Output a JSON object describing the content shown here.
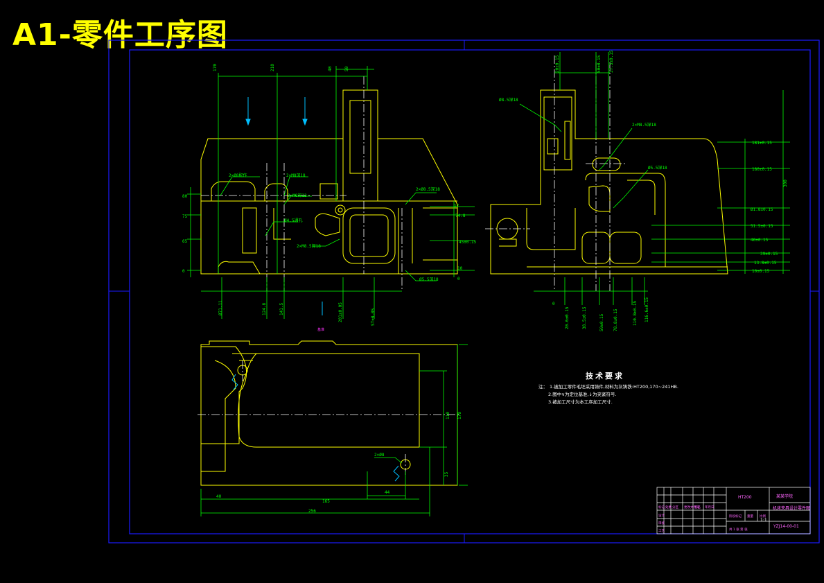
{
  "page": {
    "title": "A1-零件工序图"
  },
  "tech_requirements": {
    "title": "技术要求",
    "label": "注：",
    "notes": [
      "1.被加工零件毛坯采用铸件,材料为灰铸铁:HT200,170~241HB.",
      "2.图中∨为定位基准,↓为夹紧符号.",
      "3.被加工尺寸为本工序加工尺寸."
    ]
  },
  "title_block": {
    "material": "HT200",
    "school": "某某学院",
    "part_name": "机床夹具设计零件图",
    "drawing_no": "YZJ14-00-01",
    "scale": "1:1"
  },
  "colors": {
    "frame": "#1a1aff",
    "outline": "#ffff00",
    "dimension": "#00ff00",
    "center_line": "#ffffff",
    "annotation": "#ff33ff",
    "datum_arrow": "#00bfff"
  }
}
